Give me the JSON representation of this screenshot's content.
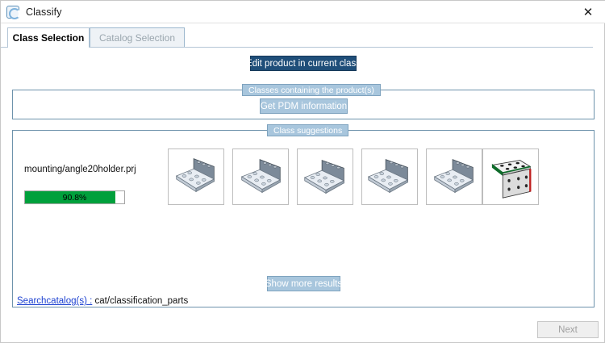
{
  "window": {
    "title": "Classify",
    "app_icon": "classify-circle-icon",
    "close_icon": "close-icon"
  },
  "tabs": [
    {
      "label": "Class Selection",
      "active": true
    },
    {
      "label": "Catalog Selection",
      "active": false
    }
  ],
  "actions": {
    "edit_product": "Edit product in current class",
    "get_pdm": "Get PDM information",
    "show_more": "Show more results",
    "next": "Next"
  },
  "groups": {
    "classes_containing": "Classes containing the product(s)",
    "class_suggestions": "Class suggestions"
  },
  "suggestion": {
    "part_name": "mounting/angle20holder.prj",
    "confidence_label": "90.8%",
    "confidence_value": 90.8,
    "progress_color": "#00a03c"
  },
  "thumbnails": [
    {
      "name": "angle-bracket-thumbnail-1",
      "variant": "plain"
    },
    {
      "name": "angle-bracket-thumbnail-2",
      "variant": "plain"
    },
    {
      "name": "angle-bracket-thumbnail-3",
      "variant": "plain"
    },
    {
      "name": "angle-bracket-thumbnail-4",
      "variant": "plain"
    },
    {
      "name": "angle-bracket-thumbnail-5",
      "variant": "plain"
    },
    {
      "name": "angle-bracket-thumbnail-6",
      "variant": "colored-edges"
    }
  ],
  "search": {
    "link_label": "Searchcatalog(s) :",
    "value": "cat/classification_parts"
  },
  "colors": {
    "accent_dark": "#1f4e79",
    "accent_light": "#a8c6dd",
    "group_border": "#6e93ac",
    "progress_green": "#00a03c",
    "link_blue": "#1a3fd0"
  }
}
